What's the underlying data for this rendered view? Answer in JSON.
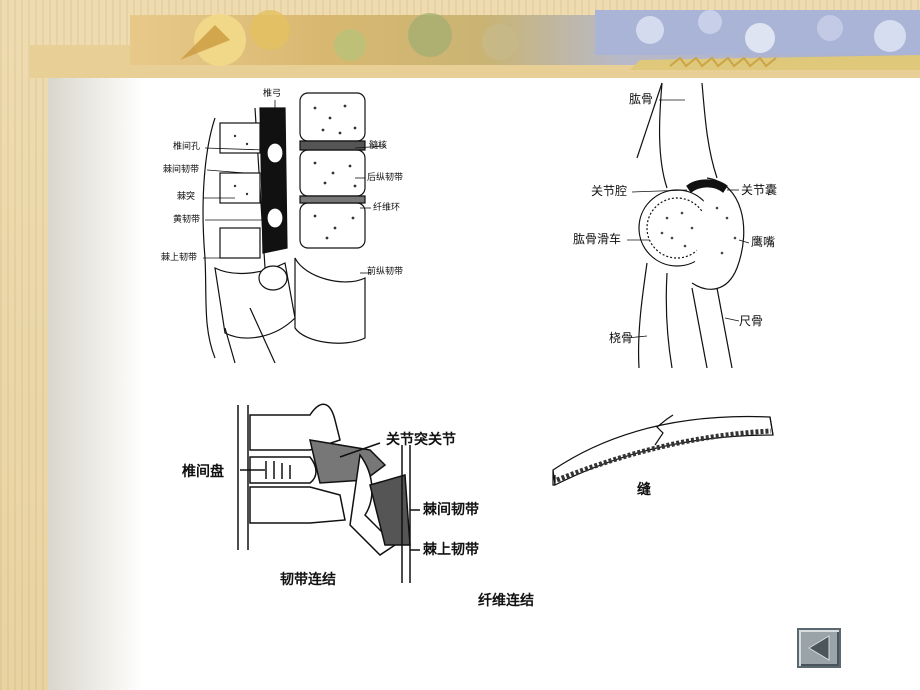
{
  "spine_top_left": {
    "labels": [
      "椎弓",
      "椎间孔",
      "髓核",
      "棘间韧带",
      "后纵韧带",
      "棘突",
      "纤维环",
      "黄韧带",
      "棘上韧带",
      "前纵韧带"
    ]
  },
  "elbow_joint": {
    "labels": [
      "肱骨",
      "关节腔",
      "关节囊",
      "肱骨滑车",
      "鹰嘴",
      "尺骨",
      "桡骨"
    ]
  },
  "ligament_connection": {
    "labels": [
      "关节突关节",
      "椎间盘",
      "棘间韧带",
      "棘上韧带"
    ],
    "caption": "韧带连结"
  },
  "suture": {
    "label": "缝"
  },
  "caption_fibrous": "纤维连结",
  "nav": {
    "back_icon": "left-triangle-icon"
  },
  "colors": {
    "background": "#e9d6a6",
    "button": "#9aa3aa"
  }
}
